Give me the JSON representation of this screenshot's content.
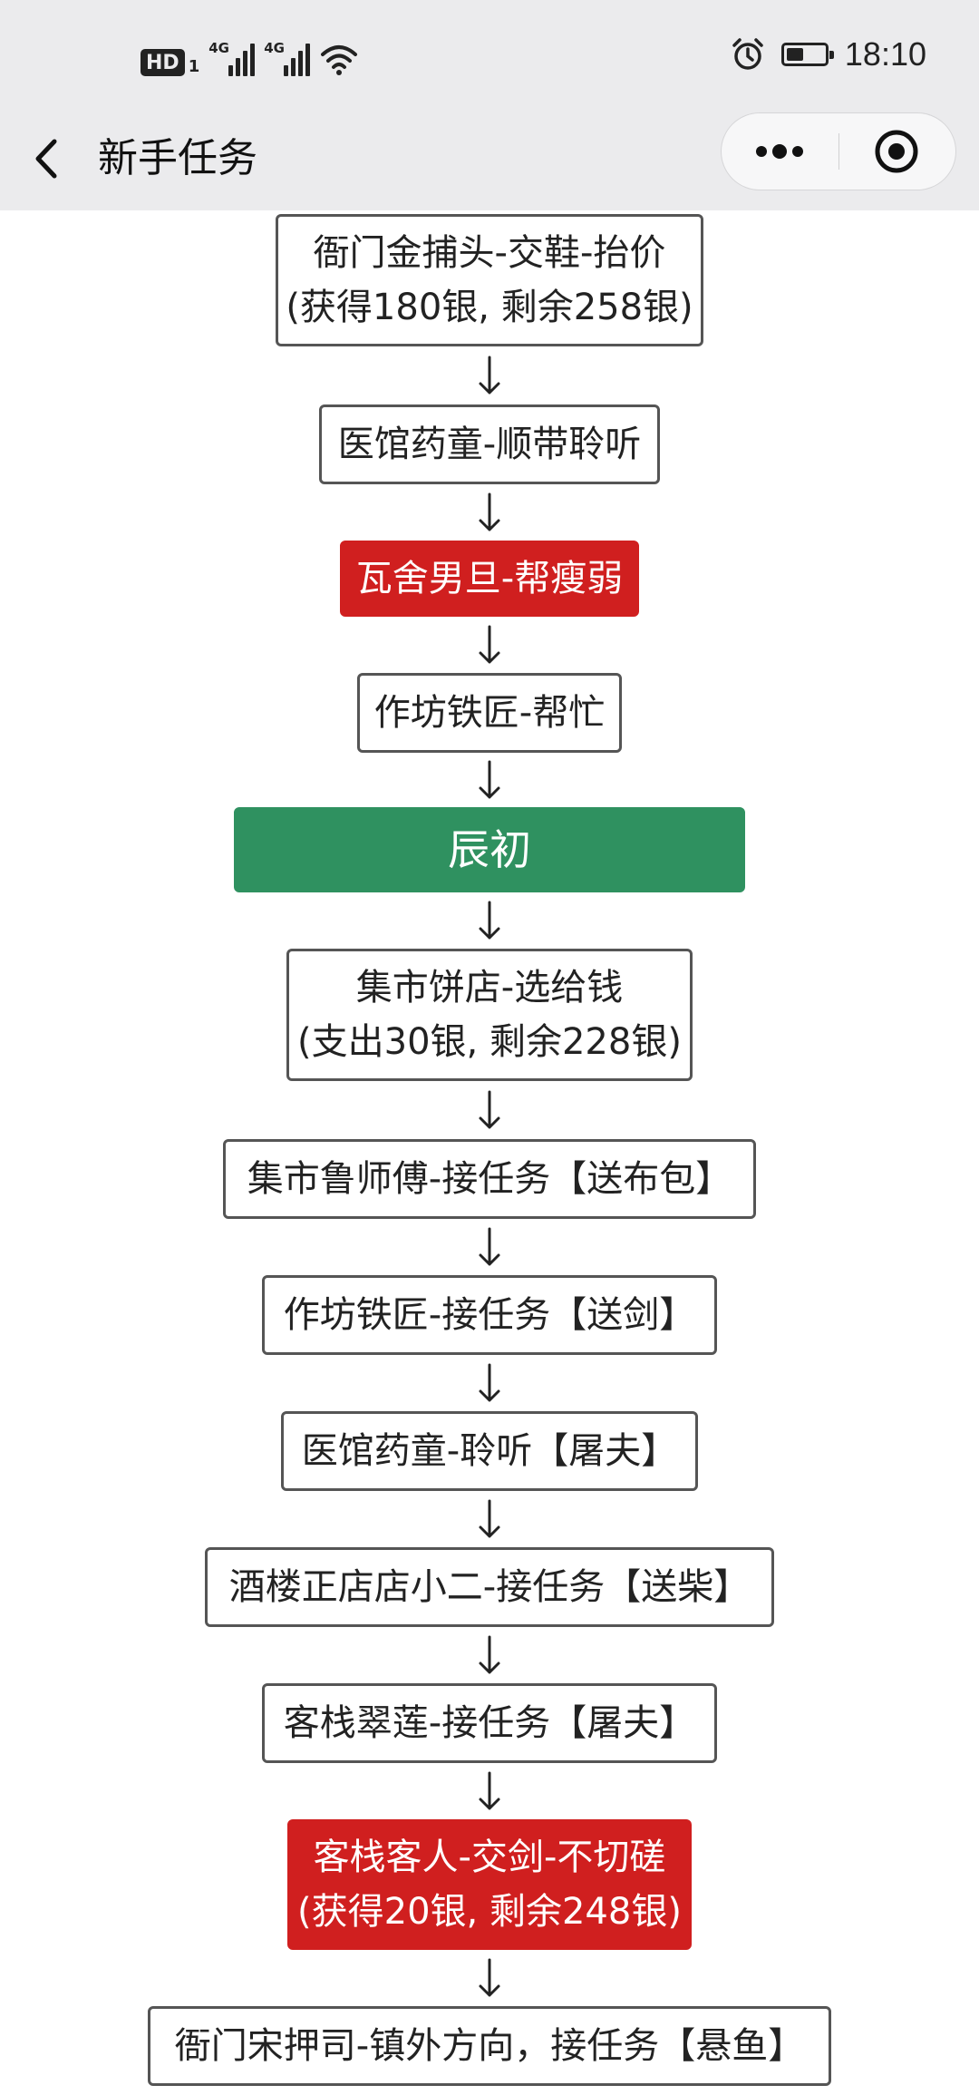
{
  "status_bar": {
    "hd_label": "HD",
    "sim_slot": "1",
    "network_1": "4G",
    "network_2": "4G",
    "battery_level_percent": 45,
    "time": "18:10",
    "icons": [
      "wifi-icon",
      "alarm-icon",
      "battery-icon"
    ]
  },
  "nav": {
    "title": "新手任务",
    "icons": [
      "back-icon",
      "more-icon",
      "close-mini-program-icon"
    ]
  },
  "colors": {
    "red": "#d01f1f",
    "green": "#2f9160",
    "border": "#555555",
    "chrome": "#ebebed"
  },
  "flow": [
    {
      "style": "normal",
      "lines": [
        "衙门金捕头-交鞋-抬价",
        "(获得180银, 剩余258银)"
      ]
    },
    {
      "style": "normal",
      "lines": [
        "医馆药童-顺带聆听"
      ]
    },
    {
      "style": "red",
      "lines": [
        "瓦舍男旦-帮瘦弱"
      ]
    },
    {
      "style": "normal",
      "lines": [
        "作坊铁匠-帮忙"
      ]
    },
    {
      "style": "green",
      "lines": [
        "辰初"
      ]
    },
    {
      "style": "normal",
      "lines": [
        "集市饼店-选给钱",
        "(支出30银, 剩余228银)"
      ]
    },
    {
      "style": "normal",
      "lines": [
        "集市鲁师傅-接任务【送布包】"
      ]
    },
    {
      "style": "normal",
      "lines": [
        "作坊铁匠-接任务【送剑】"
      ]
    },
    {
      "style": "normal",
      "lines": [
        "医馆药童-聆听【屠夫】"
      ]
    },
    {
      "style": "normal",
      "lines": [
        "酒楼正店店小二-接任务【送柴】"
      ]
    },
    {
      "style": "normal",
      "lines": [
        "客栈翠莲-接任务【屠夫】"
      ]
    },
    {
      "style": "red",
      "lines": [
        "客栈客人-交剑-不切磋",
        "(获得20银, 剩余248银)"
      ]
    },
    {
      "style": "normal",
      "lines": [
        "衙门宋押司-镇外方向，接任务【悬鱼】"
      ]
    }
  ]
}
